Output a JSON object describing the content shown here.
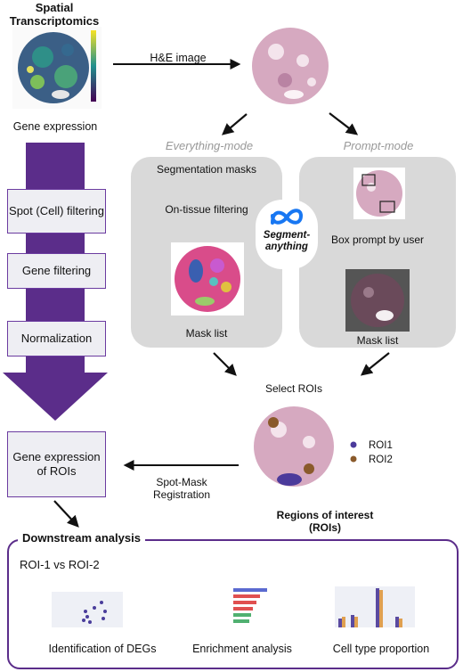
{
  "top": {
    "title_line1": "Spatial",
    "title_line2": "Transcriptomics",
    "gene_expression": "Gene expression",
    "he_image": "H&E image"
  },
  "pipeline": {
    "steps": [
      "Spot (Cell) filtering",
      "Gene filtering",
      "Normalization"
    ],
    "result_line1": "Gene expression",
    "result_line2": "of ROIs"
  },
  "everything_mode": {
    "title": "Everything-mode",
    "masks": "Segmentation masks",
    "filter": "On-tissue filtering",
    "list": "Mask list"
  },
  "prompt_mode": {
    "title": "Prompt-mode",
    "box": "Box prompt by user",
    "list": "Mask list"
  },
  "sam": {
    "line1": "Segment-",
    "line2": "anything"
  },
  "rois": {
    "select": "Select ROIs",
    "legend": [
      {
        "label": "ROI1",
        "color": "#4b3a9b"
      },
      {
        "label": "ROI2",
        "color": "#8a5a2b"
      }
    ],
    "caption_line1": "Regions of interest",
    "caption_line2": "(ROIs)"
  },
  "registration": {
    "line1": "Spot-Mask",
    "line2": "Registration"
  },
  "downstream": {
    "title": "Downstream analysis",
    "subtitle": "ROI-1 vs ROI-2",
    "items": [
      "Identification of DEGs",
      "Enrichment analysis",
      "Cell type proportion"
    ]
  },
  "colors": {
    "purple": "#5b2d8a",
    "panel": "#d9d9d9",
    "step_bg": "#eeeef3",
    "meta_blue": "#1877f2"
  }
}
